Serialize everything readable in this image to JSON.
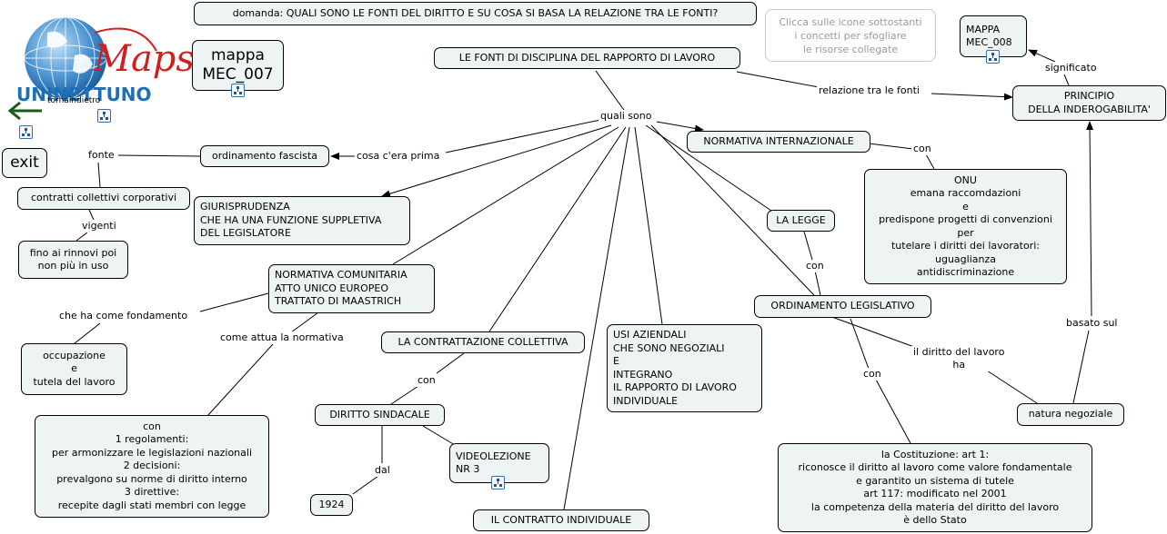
{
  "logo": {
    "brand": "Maps",
    "name": "UNINETTUNO"
  },
  "back": {
    "label": "tornaindietro"
  },
  "hint": "Clicca sulle icone sottostanti\ni concetti per sfogliare\nle risorse collegate",
  "nodes": {
    "domanda": "domanda: QUALI SONO LE FONTI DEL DIRITTO E SU COSA SI BASA LA RELAZIONE TRA LE FONTI?",
    "mappa007": "mappa\nMEC_007",
    "mappa008": "MAPPA\nMEC_008",
    "fonti": "LE FONTI DI DISCIPLINA DEL RAPPORTO DI LAVORO",
    "principio": "PRINCIPIO\nDELLA INDEROGABILITA'",
    "exit": "exit",
    "ordinamento_fascista": "ordinamento fascista",
    "contratti_corporativi": "contratti collettivi corporativi",
    "fino_rinnovi": "fino ai rinnovi poi\nnon più in uso",
    "giurisprudenza": "GIURISPRUDENZA\nCHE HA UNA FUNZIONE SUPPLETIVA\nDEL LEGISLATORE",
    "normativa_internazionale": "NORMATIVA INTERNAZIONALE",
    "onu": "ONU\nemana raccomdazioni\ne\npredispone progetti di convenzioni\nper\ntutelare i diritti dei lavoratori:\nuguaglianza\nantidiscriminazione",
    "la_legge": "LA LEGGE",
    "normativa_comunitaria": "NORMATIVA COMUNITARIA\nATTO UNICO EUROPEO\nTRATTATO DI MAASTRICH",
    "occupazione": "occupazione\ne\ntutela del lavoro",
    "regolamenti": "con\n1 regolamenti:\nper armonizzare le legislazioni nazionali\n2 decisioni:\nprevalgono su norme di diritto interno\n3 direttive:\nrecepite dagli stati membri con legge",
    "contrattazione": "LA CONTRATTAZIONE COLLETTIVA",
    "diritto_sindacale": "DIRITTO SINDACALE",
    "videolezione": "VIDEOLEZIONE\nNR 3",
    "anno1924": "1924",
    "usi_aziendali": "USI AZIENDALI\nCHE SONO NEGOZIALI\nE\nINTEGRANO\nIL RAPPORTO DI LAVORO\nINDIVIDUALE",
    "contratto_individuale": "IL CONTRATTO INDIVIDUALE",
    "ordinamento_legislativo": "ORDINAMENTO LEGISLATIVO",
    "costituzione": "la Costituzione: art 1:\nriconosce il diritto al lavoro come valore fondamentale\ne garantito un sistema di tutele\nart 117: modificato nel 2001\nla competenza della materia del diritto del lavoro\nè dello Stato",
    "natura_negoziale": "natura negoziale"
  },
  "labels": {
    "quali_sono": "quali sono",
    "relazione": "relazione tra le fonti",
    "significato": "significato",
    "cosa_cera_prima": "cosa c'era prima",
    "fonte": "fonte",
    "vigenti": "vigenti",
    "con_internazionale": "con",
    "con_legge": "con",
    "con_contrattazione": "con",
    "con_ordinamento": "con",
    "che_ha_come_fondamento": "che ha come fondamento",
    "come_attua": "come attua la normativa",
    "dal": "dal",
    "il_diritto_del_lavoro": "il diritto del lavoro\nha",
    "basato_sul": "basato sul"
  }
}
